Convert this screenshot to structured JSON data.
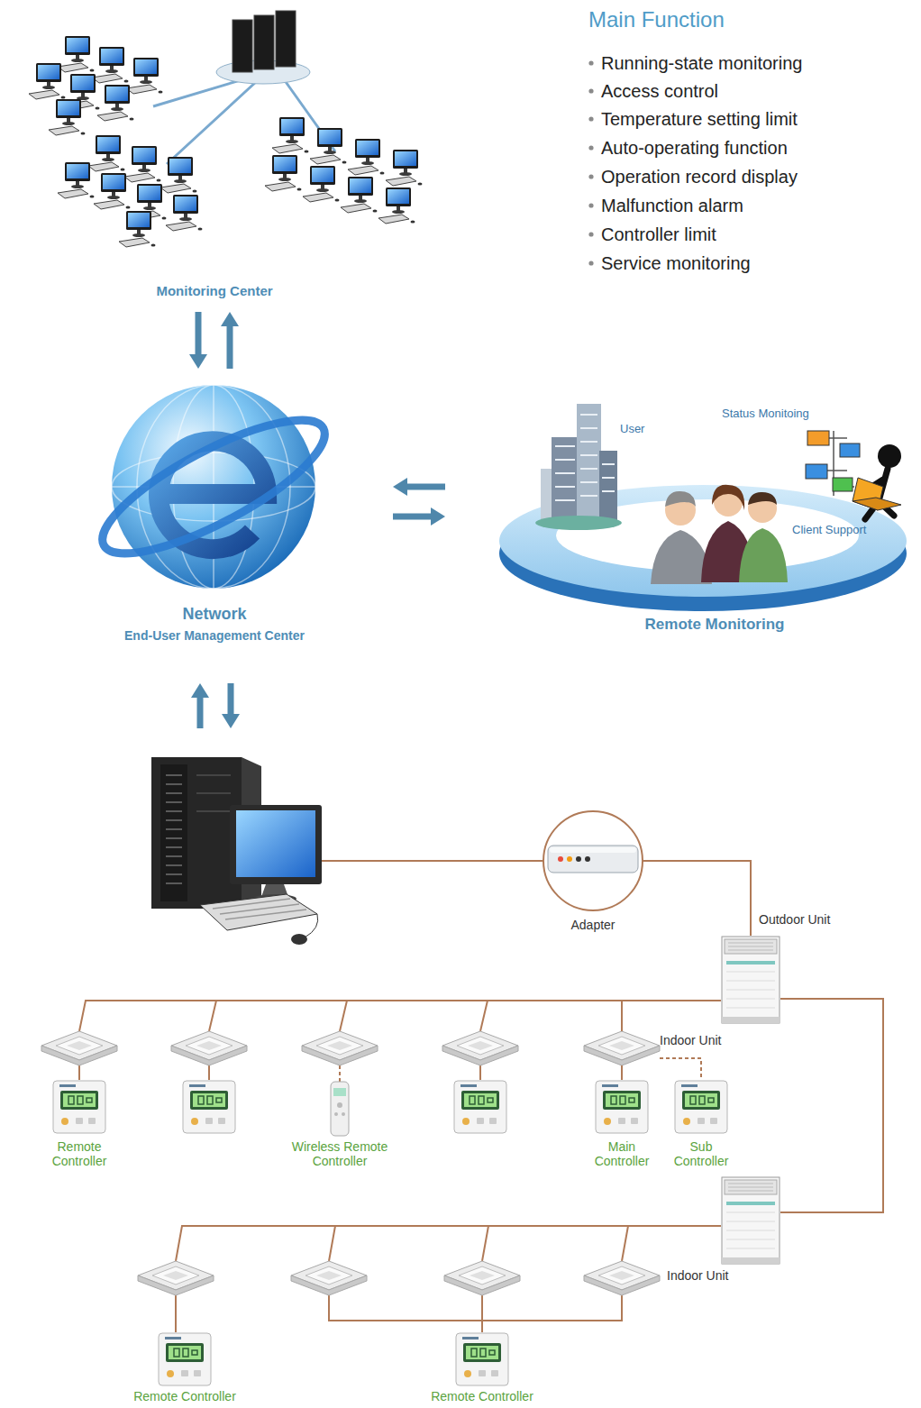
{
  "diagram": {
    "nodes": [
      {
        "text": [
          "Monitoring Center"
        ]
      },
      {
        "text": [
          "Network",
          "End-User Management Center"
        ]
      },
      {
        "text": [
          "User",
          "Status Monitoing",
          "Client Support",
          "Remote Monitoring"
        ]
      },
      {
        "text": [
          "Adapter"
        ]
      },
      {
        "text": [
          "Outdoor Unit"
        ]
      },
      {
        "text": [
          "Indoor Unit"
        ]
      },
      {
        "text": [
          "Remote Controller"
        ]
      },
      {
        "text": [
          "Wireless Remote Controller"
        ]
      },
      {
        "text": [
          "Main Controller"
        ]
      },
      {
        "text": [
          "Sub Controller"
        ]
      },
      {
        "text": [
          "Indoor Unit"
        ]
      },
      {
        "text": [
          "Remote Controller"
        ]
      },
      {
        "text": [
          "Remote Controller"
        ]
      }
    ],
    "edges": [
      {
        "from": 0,
        "to": 1,
        "arrow": "to"
      },
      {
        "from": 1,
        "to": 0,
        "arrow": "to"
      },
      {
        "from": 2,
        "to": 1,
        "arrow": "to"
      },
      {
        "from": 1,
        "to": 2,
        "arrow": "to"
      },
      {
        "from": 3,
        "to": 4,
        "arrow": "none"
      },
      {
        "from": 4,
        "to": 5,
        "arrow": "none"
      },
      {
        "from": 5,
        "to": 8,
        "arrow": "none"
      },
      {
        "from": 5,
        "to": 9,
        "arrow": "none"
      }
    ],
    "labels": [
      "Main Function",
      "Running-state monitoring",
      "Access control",
      "Temperature setting limit",
      "Auto-operating function",
      "Operation record display",
      "Malfunction alarm",
      "Controller limit",
      "Service monitoring"
    ]
  }
}
